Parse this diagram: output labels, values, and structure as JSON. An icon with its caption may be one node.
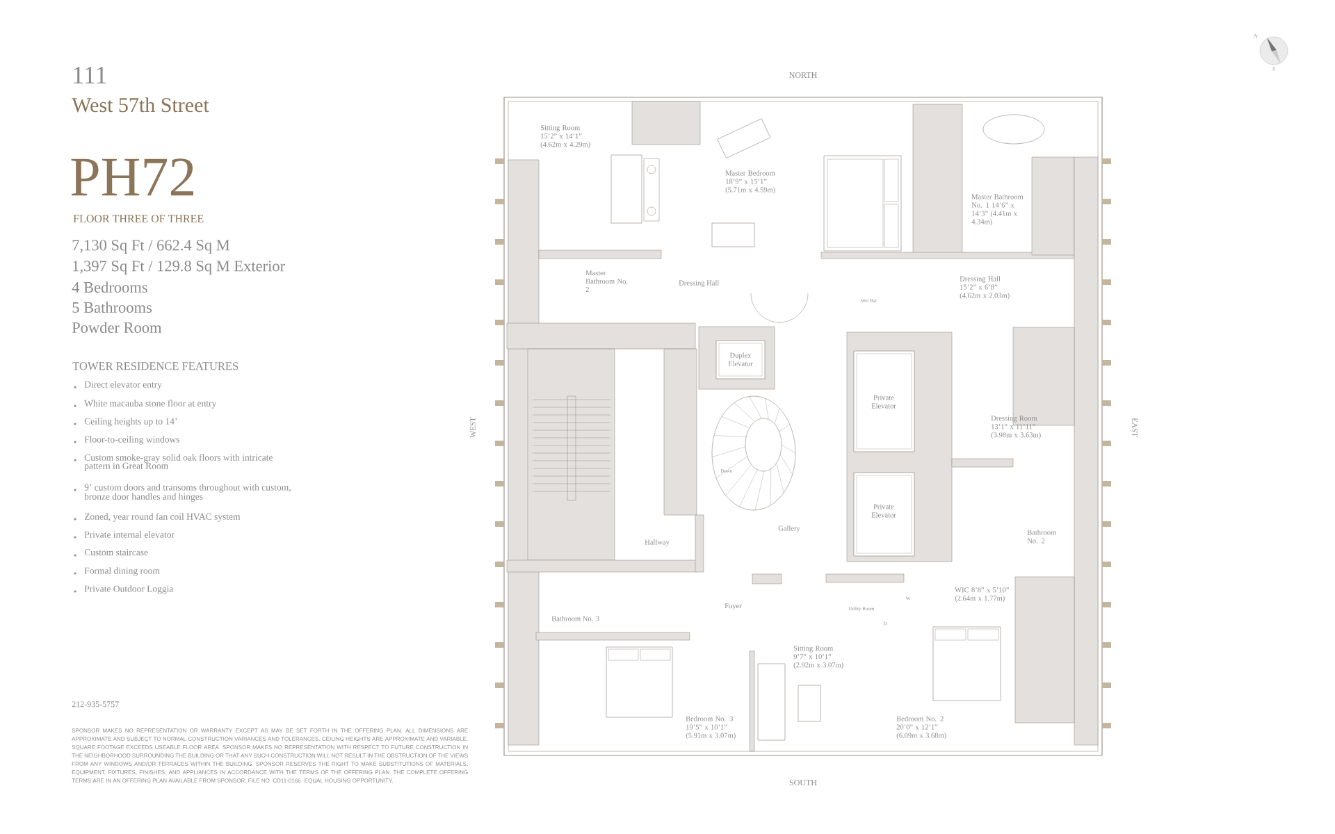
{
  "diagram": {
    "labels": [
      "111",
      "West 57th Street",
      "PH72",
      "FLOOR THREE OF THREE",
      "7,130 Sq Ft / 662.4 Sq M",
      "1,397 Sq Ft / 129.8 Sq M Exterior",
      "4 Bedrooms",
      "5 Bathrooms",
      "Powder Room",
      "TOWER RESIDENCE FEATURES",
      "Direct elevator entry",
      "White macauba stone floor at entry",
      "Ceiling heights up to 14’",
      "Floor-to-ceiling windows",
      "Custom smoke-gray solid oak floors with intricate pattern in Great Room",
      "9’ custom doors and transoms throughout with custom, bronze door handles and hinges",
      "Zoned, year round fan coil HVAC system",
      "Private internal elevator",
      "Custom staircase",
      "Formal dining room",
      "Private Outdoor Loggia",
      "212-935-5757",
      "SPONSOR MAKES NO REPRESENTATION OR WARRANTY EXCEPT AS MAY BE SET FORTH IN THE OFFERING PLAN. ALL DIMENSIONS ARE APPROXIMATE AND SUBJECT TO NORMAL CONSTRUCTION VARIANCES AND TOLERANCES. CEILING HEIGHTS ARE APPROXIMATE AND VARIABLE. SQUARE FOOTAGE EXCEEDS USEABLE FLOOR AREA. SPONSOR MAKES NO REPRESENTATION WITH RESPECT TO FUTURE CONSTRUCTION IN THE NEIGHBORHOOD SURROUNDING THE BUILDING OR THAT ANY SUCH CONSTRUCTION WILL NOT RESULT IN THE OBSTRUCTION OF THE VIEWS FROM ANY WINDOWS AND/OR TERRACES WITHIN THE BUILDING. SPONSOR RESERVES THE RIGHT TO MAKE SUBSTITUTIONS OF MATERIALS, EQUIPMENT, FIXTURES, FINISHES, AND APPLIANCES IN ACCORDANCE WITH THE TERMS OF THE OFFERING PLAN. THE COMPLETE OFFERING TERMS ARE IN AN OFFERING PLAN AVAILABLE FROM SPONSOR. FILE NO. CD11-0166. EQUAL HOUSING OPPORTUNITY.",
      "N",
      "S",
      "NORTH",
      "WEST",
      "EAST",
      "Sitting Room 15’2” x 14’1” (4.62m x 4.29m)",
      "Master Bedroom 18’9” x 15’1” (5.71m x 4.59m)",
      "Master Bathroom No. 1 14’6” x 14’3” (4.41m x 4.34m)",
      "Master Bathroom No. 2",
      "Dressing Hall",
      "Wet Bar",
      "Dressing Hall 15’2” x 6’8” (4.62m x 2.03m)",
      "Duplex Elevator",
      "Private Elevator",
      "Dressing Room 13’1” x 11’11” (3.98m x 3.63m)",
      "Down",
      "Private Elevator",
      "Gallery",
      "Hallway",
      "Bathroom No. 2",
      "WIC 8’8” x 5’10” (2.64m x 1.77m)",
      "W",
      "Utility Room",
      "D",
      "Foyer",
      "Bathroom No. 3",
      "Sitting Room 9’7” x 10’1” (2.92m x 3.07m)",
      "Bedroom No. 3 19’5” x 10’1” (5.91m x 3.07m)",
      "Bedroom No. 2 20’0” x 12’1” (6.09m x 3.68m)",
      "SOUTH"
    ]
  }
}
